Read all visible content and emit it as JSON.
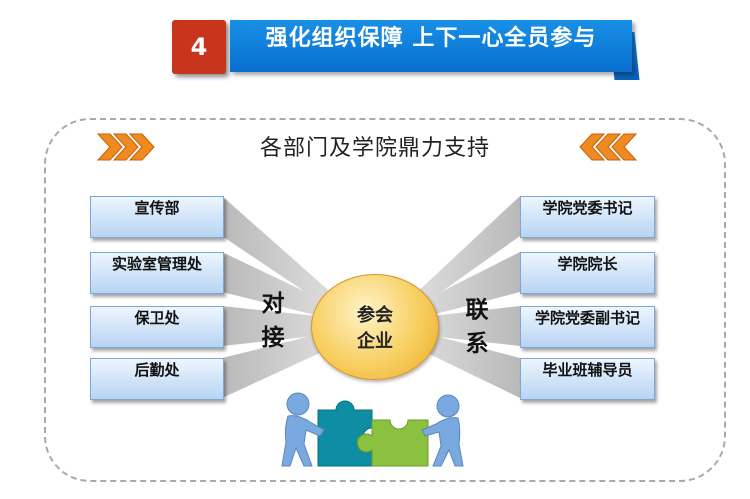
{
  "banner": {
    "number": "4",
    "title": "强化组织保障  上下一心全员参与"
  },
  "subtitle": "各部门及学院鼎力支持",
  "left_items": [
    "宣传部",
    "实验室管理处",
    "保卫处",
    "后勤处"
  ],
  "right_items": [
    "学院党委书记",
    "学院院长",
    "学院党委副书记",
    "毕业班辅导员"
  ],
  "center": {
    "line1": "参会",
    "line2": "企业"
  },
  "left_label": {
    "char1": "对",
    "char2": "接"
  },
  "right_label": {
    "char1": "联",
    "char2": "系"
  },
  "colors": {
    "banner_blue": "#0a7ad8",
    "badge_red": "#c8341c",
    "center_gold": "#f7cf60",
    "box_blue": "#cfe3f8",
    "chevron_orange": "#f08a1e",
    "puzzle_teal": "#0f8ea3",
    "puzzle_green": "#8ac23f",
    "figure_blue": "#7aa9e0"
  }
}
